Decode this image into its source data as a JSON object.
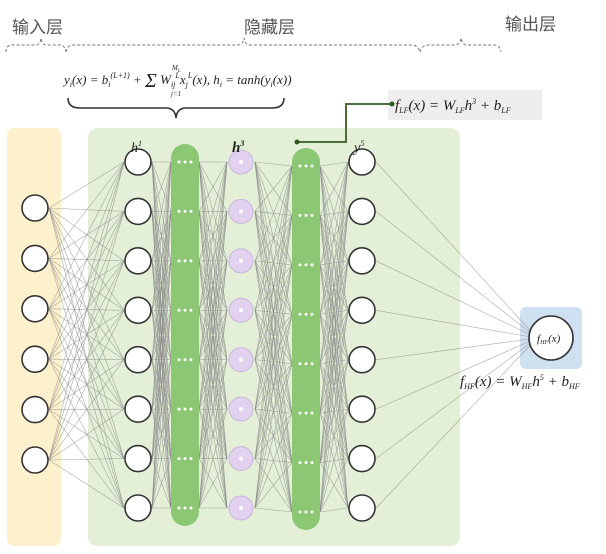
{
  "labels": {
    "input_layer": "输入层",
    "hidden_layer": "隐藏层",
    "output_layer": "输出层"
  },
  "formulas": {
    "hidden": "y_i(x) = b_i^(L+1) + Σ_{j=1}^{M_L} W_ij^L x_j^L(x), h_i = tanh(y_i(x))",
    "lf": "f_LF(x) = W_LF h^3 + b_LF",
    "hf": "f_HF(x) = W_HF h^5 + b_HF",
    "output_node": "f_HF(x)"
  },
  "layer_labels": {
    "h1": "h",
    "h1_sup": "1",
    "h3": "h",
    "h3_sup": "3",
    "y5": "y",
    "y5_sup": "5"
  },
  "network": {
    "input_nodes": 6,
    "h1_nodes": 8,
    "hidden2_rows": 8,
    "h3_nodes": 8,
    "hidden4_rows": 8,
    "y5_nodes": 8,
    "output_nodes": 1
  },
  "colors": {
    "input_panel": "#fdf0cc",
    "hidden_panel": "#e3efd6",
    "hidden_pill": "#8cc774",
    "h3_node": "#e2d2ef",
    "output_box": "#cfe0f0",
    "lf_box": "#eeeeee",
    "connector": "#4a6b3a",
    "edge": "#888888"
  }
}
